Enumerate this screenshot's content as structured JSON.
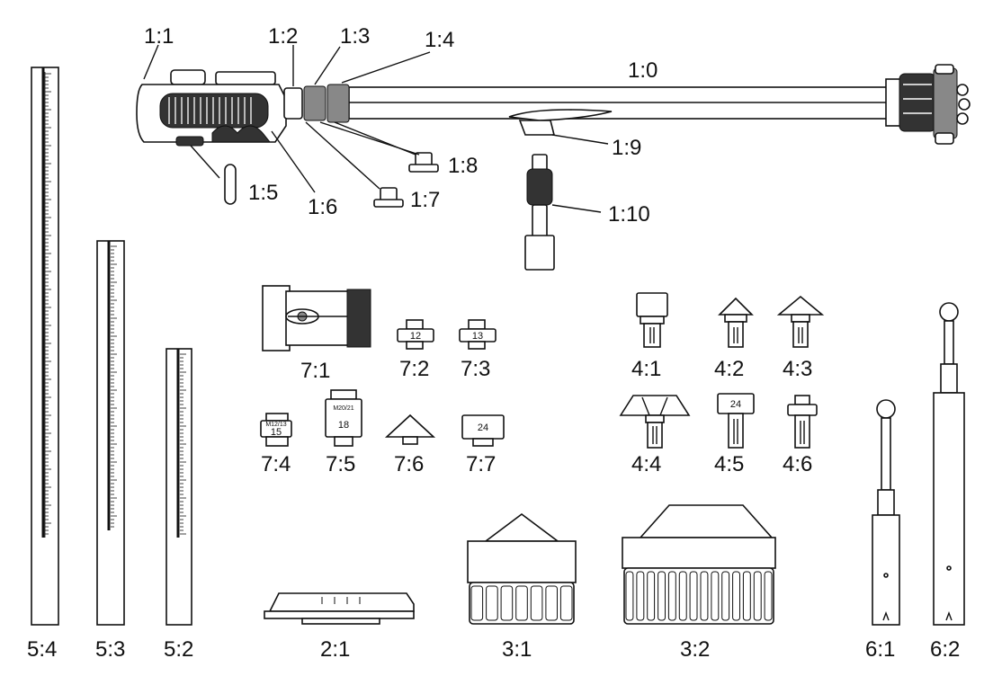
{
  "labels": {
    "p1_0": "1:0",
    "p1_1": "1:1",
    "p1_2": "1:2",
    "p1_3": "1:3",
    "p1_4": "1:4",
    "p1_5": "1:5",
    "p1_6": "1:6",
    "p1_7": "1:7",
    "p1_8": "1:8",
    "p1_9": "1:9",
    "p1_10": "1:10",
    "p7_1": "7:1",
    "p7_2": "7:2",
    "p7_3": "7:3",
    "p7_4": "7:4",
    "p7_5": "7:5",
    "p7_6": "7:6",
    "p7_7": "7:7",
    "p4_1": "4:1",
    "p4_2": "4:2",
    "p4_3": "4:3",
    "p4_4": "4:4",
    "p4_5": "4:5",
    "p4_6": "4:6",
    "p5_4": "5:4",
    "p5_3": "5:3",
    "p5_2": "5:2",
    "p2_1": "2:1",
    "p3_1": "3:1",
    "p3_2": "3:2",
    "p6_1": "6:1",
    "p6_2": "6:2"
  },
  "part_markings": {
    "adapter_7_2": "12",
    "adapter_7_3": "13",
    "adapter_7_4_small": "M12/13",
    "adapter_7_4": "15",
    "adapter_7_5_small": "M20/21",
    "adapter_7_5": "18",
    "adapter_7_7": "24",
    "adapter_4_5": "24"
  }
}
